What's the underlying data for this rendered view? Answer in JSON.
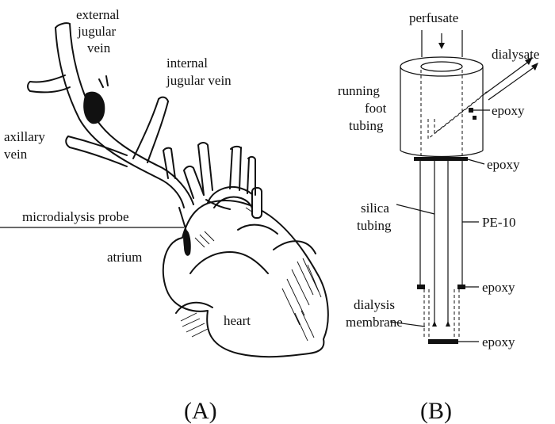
{
  "panel_a": {
    "label": "(A)",
    "labels": {
      "external_jugular_1": "external",
      "external_jugular_2": "jugular",
      "external_jugular_3": "vein",
      "internal_jugular_1": "internal",
      "internal_jugular_2": "jugular vein",
      "axillary_1": "axillary",
      "axillary_2": "vein",
      "probe": "microdialysis probe",
      "atrium": "atrium",
      "heart": "heart"
    }
  },
  "panel_b": {
    "label": "(B)",
    "labels": {
      "perfusate": "perfusate",
      "dialysate": "dialysate",
      "running_1": "running",
      "running_2": "foot",
      "running_3": "tubing",
      "epoxy_1": "epoxy",
      "epoxy_2": "epoxy",
      "silica_1": "silica",
      "silica_2": "tubing",
      "pe10": "PE-10",
      "epoxy_3": "epoxy",
      "dialysis_1": "dialysis",
      "dialysis_2": "membrane",
      "epoxy_4": "epoxy"
    }
  }
}
